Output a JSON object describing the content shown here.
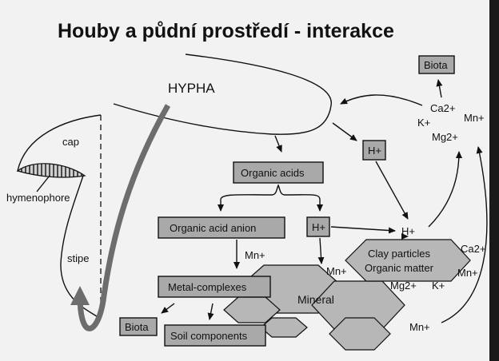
{
  "title": "Houby a půdní prostředí - interakce",
  "hypha_label": "HYPHA",
  "fungus": {
    "cap": "cap",
    "hymenophore": "hymenophore",
    "stipe": "stipe"
  },
  "boxes": {
    "organic_acids": "Organic acids",
    "organic_acid_anion": "Organic acid anion",
    "h_plus_mid": "H+",
    "h_plus_top": "H+",
    "metal_complexes": "Metal-complexes",
    "biota_left": "Biota",
    "soil_components": "Soil components",
    "biota_top": "Biota"
  },
  "mineral": "Mineral",
  "clay": {
    "line1": "Clay particles",
    "line2": "Organic matter"
  },
  "ions": {
    "h_plus_free": "H+",
    "mn_1": "Mn+",
    "mn_2": "Mn+",
    "mn_3": "Mn+",
    "mn_4": "Mn+",
    "mn_top": "Mn+",
    "ca_top": "Ca2+",
    "k_top": "K+",
    "mg_top": "Mg2+",
    "ca_right": "Ca2+",
    "mg_bottom": "Mg2+",
    "k_bottom": "K+"
  },
  "colors": {
    "slide_bg": "#f2f2f2",
    "box_fill": "#a9a9a9",
    "mineral_fill": "#b7b7b7",
    "stroke": "#111111"
  }
}
